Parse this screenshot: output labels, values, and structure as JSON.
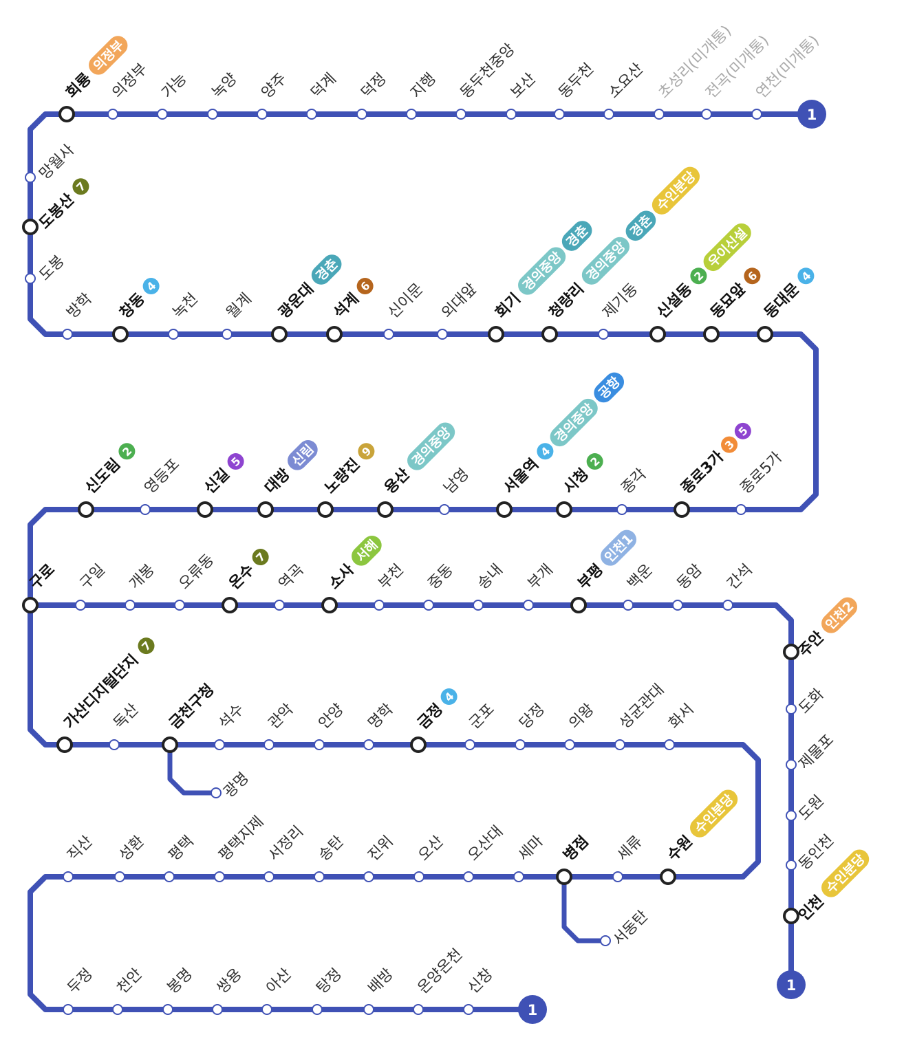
{
  "line": {
    "name": "1",
    "color": "#3f51b5"
  },
  "colors": {
    "line2": "#4caf50",
    "line3": "#f28c38",
    "line4": "#4ab2e8",
    "line5": "#8e44d0",
    "line6": "#b5651d",
    "line7": "#6b7a1f",
    "line9": "#c9a43a",
    "gyeongui": "#7cc7c7",
    "gyeongchun": "#4aa7b8",
    "suin": "#e8c53a",
    "airport": "#3a8de0",
    "sinlim": "#7c8bd3",
    "seohae": "#8cc63f",
    "incheon1": "#8fb2e3",
    "incheon2": "#f2a65a",
    "uijeongbu": "#f2a65a",
    "ui": "#b8cf3a"
  },
  "terminals": [
    "1",
    "1",
    "1"
  ],
  "stations": [
    {
      "id": "hoeryong",
      "name": "회룡",
      "transfer": true,
      "badges": [
        {
          "t": "의정부",
          "c": "uijeongbu"
        }
      ]
    },
    {
      "id": "uijeongbu",
      "name": "의정부"
    },
    {
      "id": "ganeung",
      "name": "가능"
    },
    {
      "id": "nogyang",
      "name": "녹양"
    },
    {
      "id": "yangju",
      "name": "양주"
    },
    {
      "id": "deokgye",
      "name": "덕계"
    },
    {
      "id": "deokjeong",
      "name": "덕정"
    },
    {
      "id": "jihaeng",
      "name": "지행"
    },
    {
      "id": "dongducheon-jungang",
      "name": "동두천중앙"
    },
    {
      "id": "bosan",
      "name": "보산"
    },
    {
      "id": "dongducheon",
      "name": "동두천"
    },
    {
      "id": "soyosan",
      "name": "소요산"
    },
    {
      "id": "choseongni",
      "name": "초성리(미개통)",
      "closed": true
    },
    {
      "id": "jeongok",
      "name": "전곡(미개통)",
      "closed": true
    },
    {
      "id": "yeoncheon",
      "name": "연천(미개통)",
      "closed": true
    },
    {
      "id": "mangwolsa",
      "name": "망월사"
    },
    {
      "id": "dobongsan",
      "name": "도봉산",
      "transfer": true,
      "badges": [
        {
          "t": "7",
          "c": "line7",
          "n": true
        }
      ]
    },
    {
      "id": "dobong",
      "name": "도봉"
    },
    {
      "id": "banghak",
      "name": "방학"
    },
    {
      "id": "changdong",
      "name": "창동",
      "transfer": true,
      "badges": [
        {
          "t": "4",
          "c": "line4",
          "n": true
        }
      ]
    },
    {
      "id": "nokcheon",
      "name": "녹천"
    },
    {
      "id": "wolgye",
      "name": "월계"
    },
    {
      "id": "gwangundae",
      "name": "광운대",
      "transfer": true,
      "badges": [
        {
          "t": "경춘",
          "c": "gyeongchun"
        }
      ]
    },
    {
      "id": "seokgye",
      "name": "석계",
      "transfer": true,
      "badges": [
        {
          "t": "6",
          "c": "line6",
          "n": true
        }
      ]
    },
    {
      "id": "sinimun",
      "name": "신이문"
    },
    {
      "id": "oedaeap",
      "name": "외대앞"
    },
    {
      "id": "hoegi",
      "name": "회기",
      "transfer": true,
      "badges": [
        {
          "t": "경의중앙",
          "c": "gyeongui"
        },
        {
          "t": "경춘",
          "c": "gyeongchun"
        }
      ]
    },
    {
      "id": "cheongnyangni",
      "name": "청량리",
      "transfer": true,
      "badges": [
        {
          "t": "경의중앙",
          "c": "gyeongui"
        },
        {
          "t": "경춘",
          "c": "gyeongchun"
        },
        {
          "t": "수인분당",
          "c": "suin"
        }
      ]
    },
    {
      "id": "jegi",
      "name": "제기동"
    },
    {
      "id": "sinseol",
      "name": "신설동",
      "transfer": true,
      "badges": [
        {
          "t": "2",
          "c": "line2",
          "n": true
        },
        {
          "t": "우이신설",
          "c": "ui"
        }
      ]
    },
    {
      "id": "dongmyo",
      "name": "동묘앞",
      "transfer": true,
      "badges": [
        {
          "t": "6",
          "c": "line6",
          "n": true
        }
      ]
    },
    {
      "id": "dongdaemun",
      "name": "동대문",
      "transfer": true,
      "badges": [
        {
          "t": "4",
          "c": "line4",
          "n": true
        }
      ]
    },
    {
      "id": "sindorim",
      "name": "신도림",
      "transfer": true,
      "badges": [
        {
          "t": "2",
          "c": "line2",
          "n": true
        }
      ]
    },
    {
      "id": "yeongdeungpo",
      "name": "영등포"
    },
    {
      "id": "singil",
      "name": "신길",
      "transfer": true,
      "badges": [
        {
          "t": "5",
          "c": "line5",
          "n": true
        }
      ]
    },
    {
      "id": "daebang",
      "name": "대방",
      "transfer": true,
      "badges": [
        {
          "t": "신림",
          "c": "sinlim"
        }
      ]
    },
    {
      "id": "noryangjin",
      "name": "노량진",
      "transfer": true,
      "badges": [
        {
          "t": "9",
          "c": "line9",
          "n": true
        }
      ]
    },
    {
      "id": "yongsan",
      "name": "용산",
      "transfer": true,
      "badges": [
        {
          "t": "경의중앙",
          "c": "gyeongui"
        }
      ]
    },
    {
      "id": "namyeong",
      "name": "남영"
    },
    {
      "id": "seoul",
      "name": "서울역",
      "transfer": true,
      "badges": [
        {
          "t": "4",
          "c": "line4",
          "n": true
        },
        {
          "t": "경의중앙",
          "c": "gyeongui"
        },
        {
          "t": "공항",
          "c": "airport"
        }
      ]
    },
    {
      "id": "cityhall",
      "name": "시청",
      "transfer": true,
      "badges": [
        {
          "t": "2",
          "c": "line2",
          "n": true
        }
      ]
    },
    {
      "id": "jonggak",
      "name": "종각"
    },
    {
      "id": "jongno3ga",
      "name": "종로3가",
      "transfer": true,
      "badges": [
        {
          "t": "3",
          "c": "line3",
          "n": true
        },
        {
          "t": "5",
          "c": "line5",
          "n": true
        }
      ]
    },
    {
      "id": "jongno5ga",
      "name": "종로5가"
    },
    {
      "id": "guro",
      "name": "구로",
      "transfer": true
    },
    {
      "id": "guil",
      "name": "구일"
    },
    {
      "id": "gaebong",
      "name": "개봉"
    },
    {
      "id": "oryu",
      "name": "오류동"
    },
    {
      "id": "onsu",
      "name": "온수",
      "transfer": true,
      "badges": [
        {
          "t": "7",
          "c": "line7",
          "n": true
        }
      ]
    },
    {
      "id": "yeokgok",
      "name": "역곡"
    },
    {
      "id": "sosa",
      "name": "소사",
      "transfer": true,
      "badges": [
        {
          "t": "서해",
          "c": "seohae"
        }
      ]
    },
    {
      "id": "bucheon",
      "name": "부천"
    },
    {
      "id": "jung",
      "name": "중동"
    },
    {
      "id": "songnae",
      "name": "송내"
    },
    {
      "id": "bugae",
      "name": "부개"
    },
    {
      "id": "bupyeong",
      "name": "부평",
      "transfer": true,
      "badges": [
        {
          "t": "인천1",
          "c": "incheon1"
        }
      ]
    },
    {
      "id": "baegun",
      "name": "백운"
    },
    {
      "id": "dongam",
      "name": "동암"
    },
    {
      "id": "ganseok",
      "name": "간석"
    },
    {
      "id": "juan",
      "name": "주안",
      "transfer": true,
      "badges": [
        {
          "t": "인천2",
          "c": "incheon2"
        }
      ]
    },
    {
      "id": "dohwa",
      "name": "도화"
    },
    {
      "id": "jemulpo",
      "name": "제물포"
    },
    {
      "id": "dowon",
      "name": "도원"
    },
    {
      "id": "dongincheon",
      "name": "동인천"
    },
    {
      "id": "incheon",
      "name": "인천",
      "transfer": true,
      "badges": [
        {
          "t": "수인분당",
          "c": "suin"
        }
      ]
    },
    {
      "id": "gasan",
      "name": "가산디지털단지",
      "transfer": true,
      "badges": [
        {
          "t": "7",
          "c": "line7",
          "n": true
        }
      ]
    },
    {
      "id": "doksan",
      "name": "독산"
    },
    {
      "id": "geumcheon",
      "name": "금천구청",
      "transfer": true
    },
    {
      "id": "gwangmyeong",
      "name": "광명"
    },
    {
      "id": "seoksu",
      "name": "석수"
    },
    {
      "id": "gwanak",
      "name": "관악"
    },
    {
      "id": "anyang",
      "name": "안양"
    },
    {
      "id": "myeonghak",
      "name": "명학"
    },
    {
      "id": "geumjeong",
      "name": "금정",
      "transfer": true,
      "badges": [
        {
          "t": "4",
          "c": "line4",
          "n": true
        }
      ]
    },
    {
      "id": "gunpo",
      "name": "군포"
    },
    {
      "id": "dangjeong",
      "name": "당정"
    },
    {
      "id": "uiwang",
      "name": "의왕"
    },
    {
      "id": "sungkyunkwan",
      "name": "성균관대"
    },
    {
      "id": "hwaseo",
      "name": "화서"
    },
    {
      "id": "suwon",
      "name": "수원",
      "transfer": true,
      "badges": [
        {
          "t": "수인분당",
          "c": "suin"
        }
      ]
    },
    {
      "id": "seryu",
      "name": "세류"
    },
    {
      "id": "byeongjeom",
      "name": "병점",
      "transfer": true
    },
    {
      "id": "seodongtan",
      "name": "서동탄"
    },
    {
      "id": "sema",
      "name": "세마"
    },
    {
      "id": "osandae",
      "name": "오산대"
    },
    {
      "id": "osan",
      "name": "오산"
    },
    {
      "id": "jinwi",
      "name": "진위"
    },
    {
      "id": "songtan",
      "name": "송탄"
    },
    {
      "id": "seojeongni",
      "name": "서정리"
    },
    {
      "id": "jije",
      "name": "평택지제"
    },
    {
      "id": "pyeongtaek",
      "name": "평택"
    },
    {
      "id": "seonghwan",
      "name": "성환"
    },
    {
      "id": "jiksan",
      "name": "직산"
    },
    {
      "id": "dujeong",
      "name": "두정"
    },
    {
      "id": "cheonan",
      "name": "천안"
    },
    {
      "id": "bongmyeong",
      "name": "봉명"
    },
    {
      "id": "ssangyong",
      "name": "쌍용"
    },
    {
      "id": "asan",
      "name": "아산"
    },
    {
      "id": "tangjeong",
      "name": "탕정"
    },
    {
      "id": "baebang",
      "name": "배방"
    },
    {
      "id": "onyang",
      "name": "온양온천"
    },
    {
      "id": "sinchang",
      "name": "신창"
    }
  ]
}
